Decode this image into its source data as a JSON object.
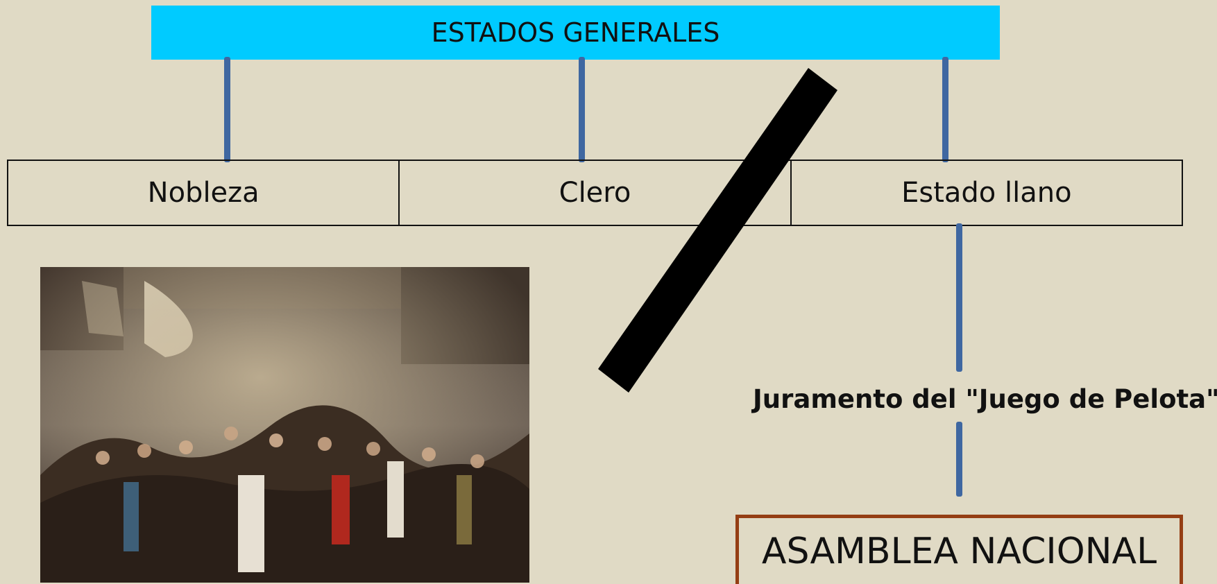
{
  "diagram": {
    "title": "ESTADOS GENERALES",
    "estates": [
      "Nobleza",
      "Clero",
      "Estado llano"
    ],
    "oath_label": "Juramento del \"Juego de Pelota\"",
    "result": "ASAMBLEA NACIONAL"
  },
  "colors": {
    "background": "#e0dac5",
    "title_fill": "#00cbff",
    "connector": "#3f67a1",
    "assembly_border": "#953e14",
    "strike_bar": "#000000"
  },
  "painting": {
    "icon": "tennis-court-oath-painting"
  }
}
